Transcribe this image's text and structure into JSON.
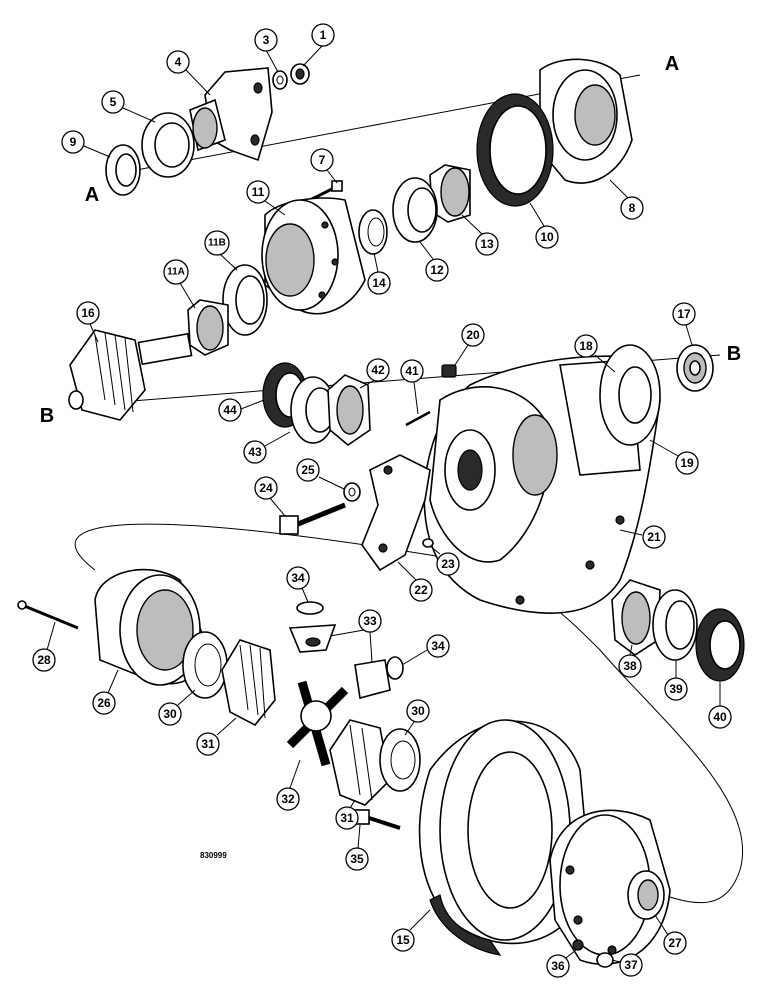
{
  "figure_id": "830999",
  "reference_letters": [
    {
      "id": "A-left",
      "letter": "A"
    },
    {
      "id": "A-right",
      "letter": "A"
    },
    {
      "id": "B-left",
      "letter": "B"
    },
    {
      "id": "B-right",
      "letter": "B"
    }
  ],
  "callouts": [
    {
      "label": "1"
    },
    {
      "label": "3"
    },
    {
      "label": "4"
    },
    {
      "label": "5"
    },
    {
      "label": "9"
    },
    {
      "label": "7"
    },
    {
      "label": "11"
    },
    {
      "label": "11B"
    },
    {
      "label": "11A"
    },
    {
      "label": "16"
    },
    {
      "label": "14"
    },
    {
      "label": "12"
    },
    {
      "label": "13"
    },
    {
      "label": "10"
    },
    {
      "label": "8"
    },
    {
      "label": "20"
    },
    {
      "label": "17"
    },
    {
      "label": "18"
    },
    {
      "label": "19"
    },
    {
      "label": "42"
    },
    {
      "label": "41"
    },
    {
      "label": "44"
    },
    {
      "label": "43"
    },
    {
      "label": "25"
    },
    {
      "label": "24"
    },
    {
      "label": "22"
    },
    {
      "label": "23"
    },
    {
      "label": "21"
    },
    {
      "label": "34"
    },
    {
      "label": "33"
    },
    {
      "label": "34"
    },
    {
      "label": "28"
    },
    {
      "label": "26"
    },
    {
      "label": "30"
    },
    {
      "label": "31"
    },
    {
      "label": "32"
    },
    {
      "label": "31"
    },
    {
      "label": "30"
    },
    {
      "label": "38"
    },
    {
      "label": "39"
    },
    {
      "label": "40"
    },
    {
      "label": "35"
    },
    {
      "label": "15"
    },
    {
      "label": "36"
    },
    {
      "label": "37"
    },
    {
      "label": "27"
    }
  ]
}
